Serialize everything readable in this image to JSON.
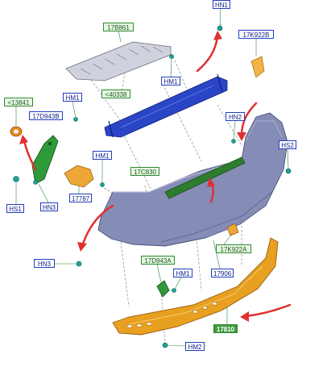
{
  "labels": {
    "hn1_top": "HN1",
    "17b861": "17B861",
    "17k922b": "17K922B",
    "hm1_a": "HM1",
    "40338": "<40338",
    "hm1_b": "HM1",
    "13841": "<13841",
    "17d943b": "17D943B",
    "hn2": "HN2",
    "hs2": "HS2",
    "hm1_c": "HM1",
    "17c830": "17C830",
    "hs1": "HS1",
    "hn3_a": "HN3",
    "17787": "17787",
    "17k922a": "17K922A",
    "17906": "17906",
    "hn3_b": "HN3",
    "17d943a": "17D943A",
    "hm1_d": "HM1",
    "17810": "17810",
    "hm2": "HM2"
  },
  "colors": {
    "label_border_blue": "#1f3fbf",
    "label_border_green": "#2f8a2f",
    "reinforcement_blue": "#1f3bb8",
    "bumper_grey": "#7d86b0",
    "spoiler_orange": "#e39b1c",
    "absorber_green": "#2e7d2e",
    "arrow_red": "#e03030",
    "fastener_teal": "#1aa69a"
  }
}
